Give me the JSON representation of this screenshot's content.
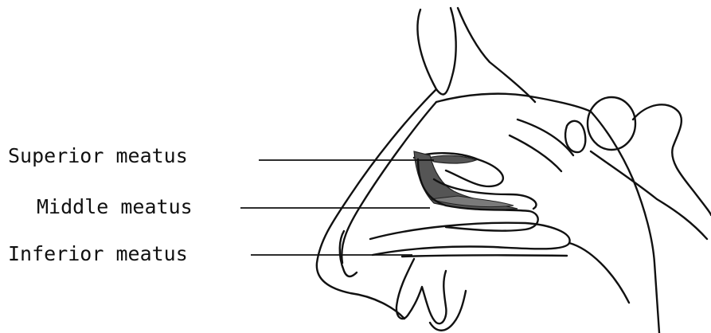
{
  "labels": {
    "superior": "Superior meatus",
    "middle": "Middle meatus",
    "inferior": "Inferior meatus"
  },
  "colors": {
    "ink": "#111111",
    "shading": "#555555",
    "background": "#ffffff"
  }
}
